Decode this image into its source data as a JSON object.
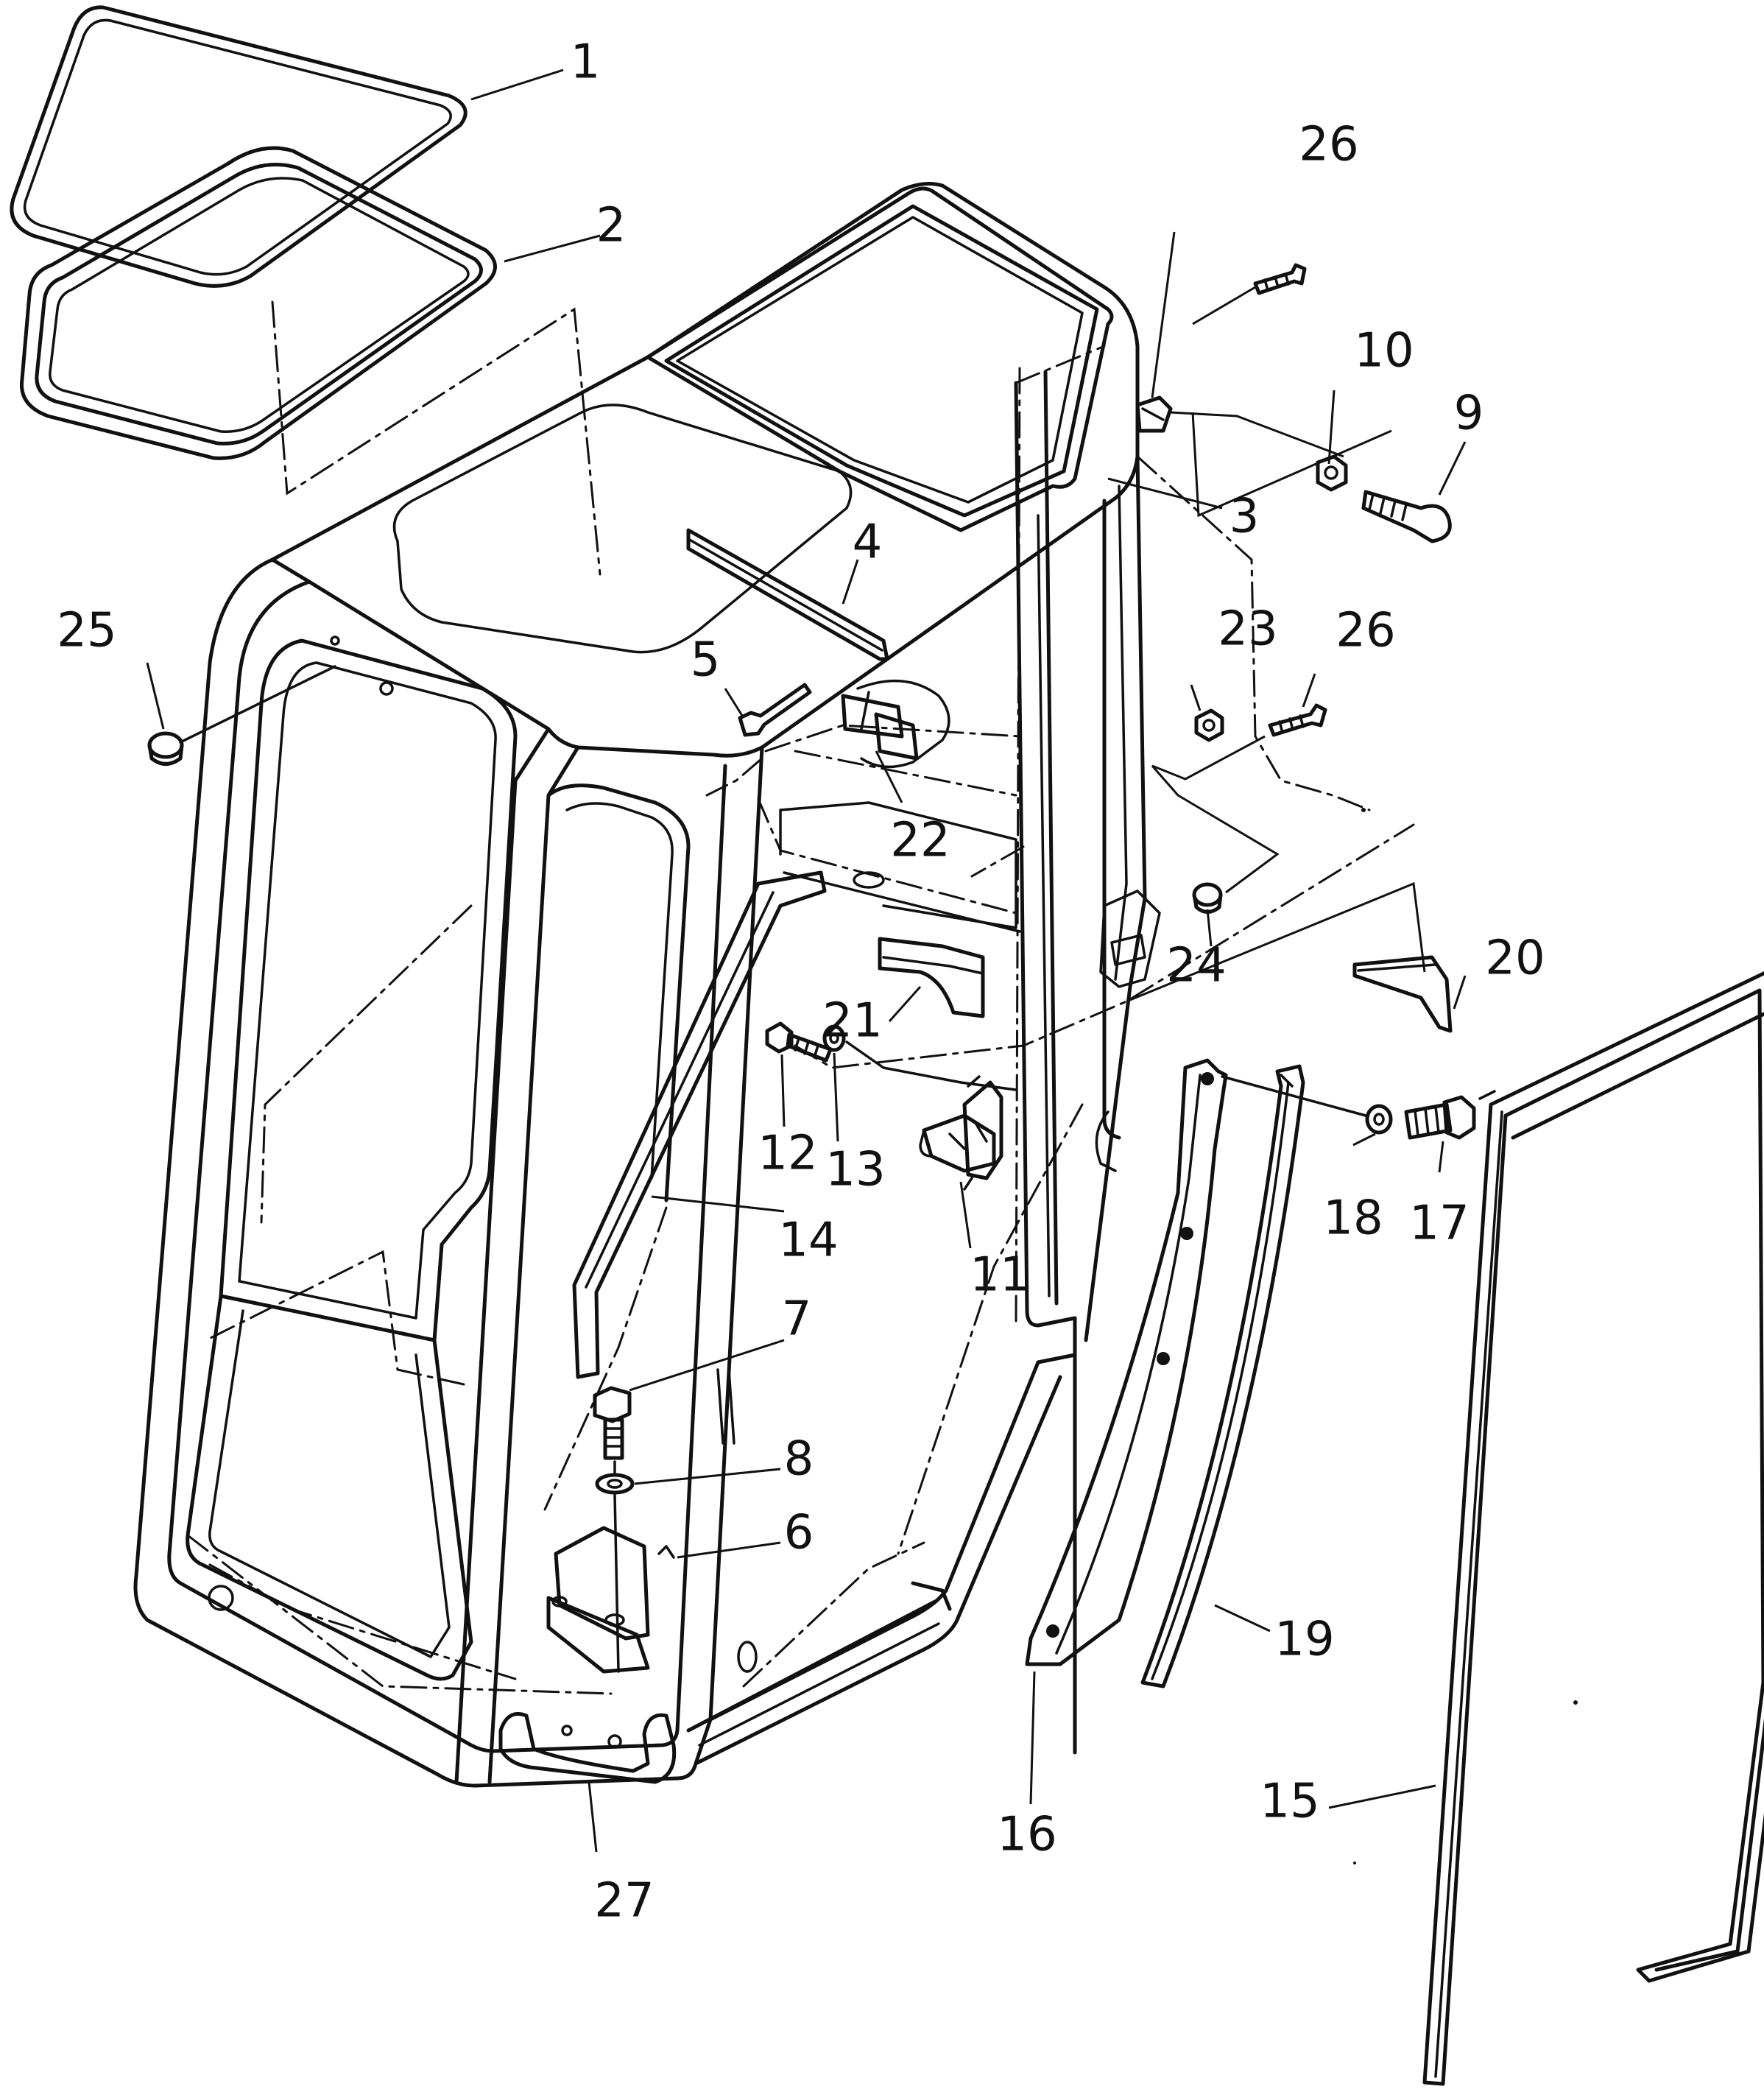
{
  "callouts": [
    {
      "id": "1",
      "label": "1"
    },
    {
      "id": "2",
      "label": "2"
    },
    {
      "id": "3",
      "label": "3"
    },
    {
      "id": "4",
      "label": "4"
    },
    {
      "id": "5",
      "label": "5"
    },
    {
      "id": "6",
      "label": "6"
    },
    {
      "id": "7",
      "label": "7"
    },
    {
      "id": "8",
      "label": "8"
    },
    {
      "id": "9",
      "label": "9"
    },
    {
      "id": "10",
      "label": "10"
    },
    {
      "id": "11",
      "label": "11"
    },
    {
      "id": "12",
      "label": "12"
    },
    {
      "id": "13",
      "label": "13"
    },
    {
      "id": "14",
      "label": "14"
    },
    {
      "id": "15",
      "label": "15"
    },
    {
      "id": "16",
      "label": "16"
    },
    {
      "id": "17",
      "label": "17"
    },
    {
      "id": "18",
      "label": "18"
    },
    {
      "id": "19",
      "label": "19"
    },
    {
      "id": "20",
      "label": "20"
    },
    {
      "id": "21",
      "label": "21"
    },
    {
      "id": "22",
      "label": "22"
    },
    {
      "id": "23",
      "label": "23"
    },
    {
      "id": "24",
      "label": "24"
    },
    {
      "id": "25",
      "label": "25"
    },
    {
      "id": "26a",
      "label": "26"
    },
    {
      "id": "26b",
      "label": "26"
    },
    {
      "id": "27",
      "label": "27"
    }
  ]
}
